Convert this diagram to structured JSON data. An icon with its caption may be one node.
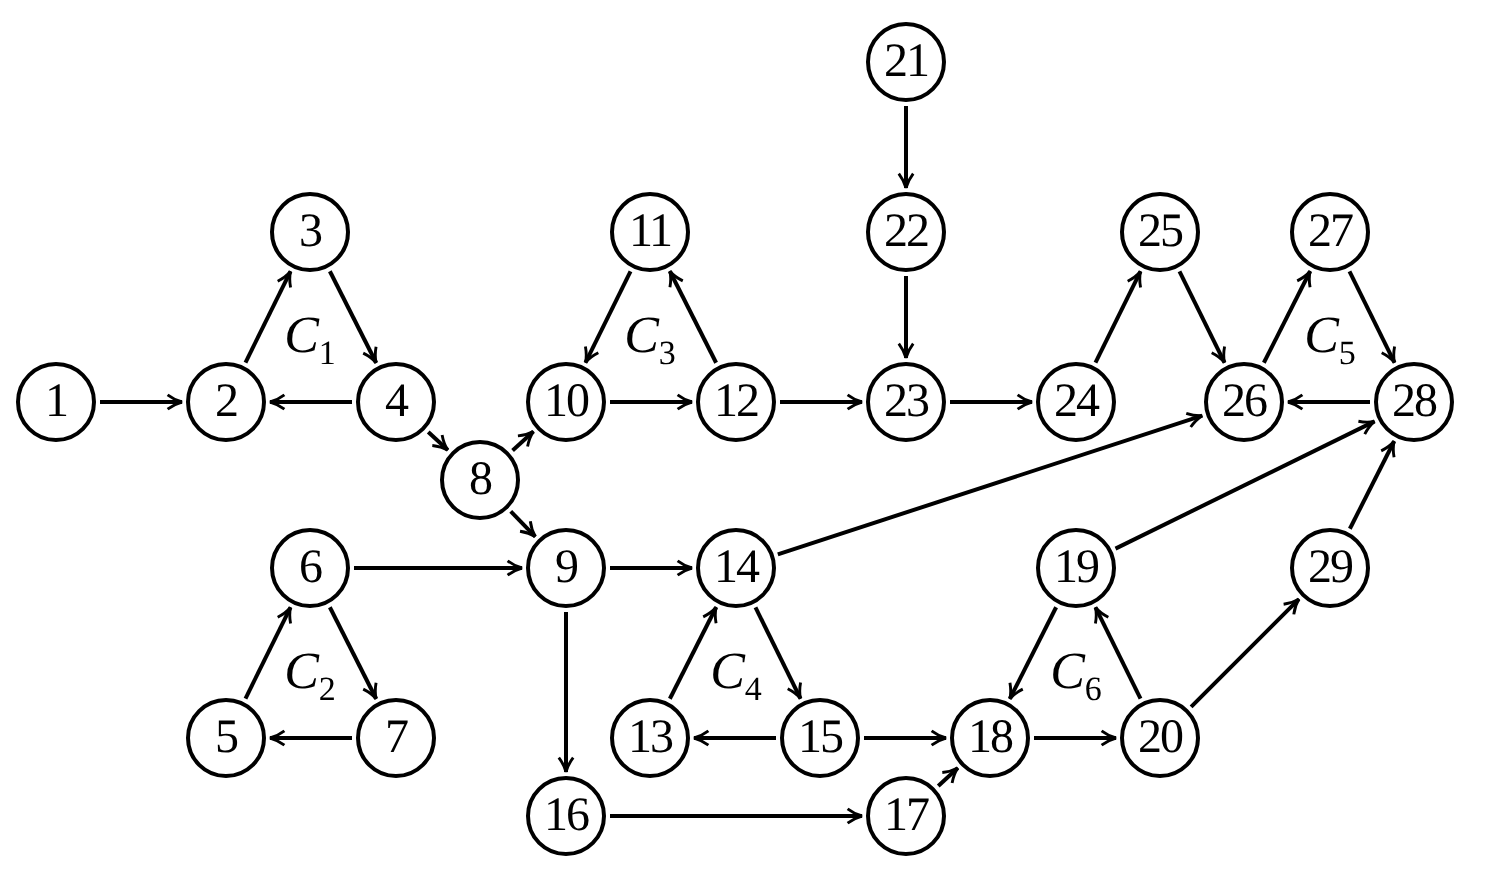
{
  "diagram": {
    "nodes": [
      {
        "text": [
          "1"
        ]
      },
      {
        "text": [
          "2"
        ]
      },
      {
        "text": [
          "3"
        ]
      },
      {
        "text": [
          "4"
        ]
      },
      {
        "text": [
          "5"
        ]
      },
      {
        "text": [
          "6"
        ]
      },
      {
        "text": [
          "7"
        ]
      },
      {
        "text": [
          "8"
        ]
      },
      {
        "text": [
          "9"
        ]
      },
      {
        "text": [
          "10"
        ]
      },
      {
        "text": [
          "11"
        ]
      },
      {
        "text": [
          "12"
        ]
      },
      {
        "text": [
          "13"
        ]
      },
      {
        "text": [
          "14"
        ]
      },
      {
        "text": [
          "15"
        ]
      },
      {
        "text": [
          "16"
        ]
      },
      {
        "text": [
          "17"
        ]
      },
      {
        "text": [
          "18"
        ]
      },
      {
        "text": [
          "19"
        ]
      },
      {
        "text": [
          "20"
        ]
      },
      {
        "text": [
          "21"
        ]
      },
      {
        "text": [
          "22"
        ]
      },
      {
        "text": [
          "23"
        ]
      },
      {
        "text": [
          "24"
        ]
      },
      {
        "text": [
          "25"
        ]
      },
      {
        "text": [
          "26"
        ]
      },
      {
        "text": [
          "27"
        ]
      },
      {
        "text": [
          "28"
        ]
      },
      {
        "text": [
          "29"
        ]
      }
    ],
    "edges": [
      {
        "from": 0,
        "to": 1,
        "arrow": "to"
      },
      {
        "from": 1,
        "to": 2,
        "arrow": "to"
      },
      {
        "from": 2,
        "to": 3,
        "arrow": "to"
      },
      {
        "from": 3,
        "to": 1,
        "arrow": "to"
      },
      {
        "from": 3,
        "to": 7,
        "arrow": "to"
      },
      {
        "from": 7,
        "to": 9,
        "arrow": "to"
      },
      {
        "from": 7,
        "to": 8,
        "arrow": "to"
      },
      {
        "from": 9,
        "to": 11,
        "arrow": "to"
      },
      {
        "from": 11,
        "to": 10,
        "arrow": "to"
      },
      {
        "from": 10,
        "to": 9,
        "arrow": "to"
      },
      {
        "from": 11,
        "to": 22,
        "arrow": "to"
      },
      {
        "from": 20,
        "to": 21,
        "arrow": "to"
      },
      {
        "from": 21,
        "to": 22,
        "arrow": "to"
      },
      {
        "from": 22,
        "to": 23,
        "arrow": "to"
      },
      {
        "from": 23,
        "to": 24,
        "arrow": "to"
      },
      {
        "from": 24,
        "to": 25,
        "arrow": "to"
      },
      {
        "from": 25,
        "to": 26,
        "arrow": "to"
      },
      {
        "from": 26,
        "to": 27,
        "arrow": "to"
      },
      {
        "from": 27,
        "to": 25,
        "arrow": "to"
      },
      {
        "from": 5,
        "to": 8,
        "arrow": "to"
      },
      {
        "from": 4,
        "to": 5,
        "arrow": "to"
      },
      {
        "from": 5,
        "to": 6,
        "arrow": "to"
      },
      {
        "from": 6,
        "to": 4,
        "arrow": "to"
      },
      {
        "from": 8,
        "to": 13,
        "arrow": "to"
      },
      {
        "from": 8,
        "to": 15,
        "arrow": "to"
      },
      {
        "from": 13,
        "to": 14,
        "arrow": "to"
      },
      {
        "from": 14,
        "to": 12,
        "arrow": "to"
      },
      {
        "from": 12,
        "to": 13,
        "arrow": "to"
      },
      {
        "from": 13,
        "to": 25,
        "arrow": "to"
      },
      {
        "from": 14,
        "to": 17,
        "arrow": "to"
      },
      {
        "from": 15,
        "to": 16,
        "arrow": "to"
      },
      {
        "from": 16,
        "to": 17,
        "arrow": "to"
      },
      {
        "from": 17,
        "to": 19,
        "arrow": "to"
      },
      {
        "from": 19,
        "to": 18,
        "arrow": "to"
      },
      {
        "from": 18,
        "to": 17,
        "arrow": "to"
      },
      {
        "from": 18,
        "to": 27,
        "arrow": "to"
      },
      {
        "from": 19,
        "to": 28,
        "arrow": "to"
      },
      {
        "from": 28,
        "to": 27,
        "arrow": "to"
      }
    ],
    "labels": [
      "*C*$_{1}$",
      "*C*$_{3}$",
      "*C*$_{5}$",
      "*C*$_{2}$",
      "*C*$_{4}$",
      "*C*$_{6}$"
    ]
  }
}
